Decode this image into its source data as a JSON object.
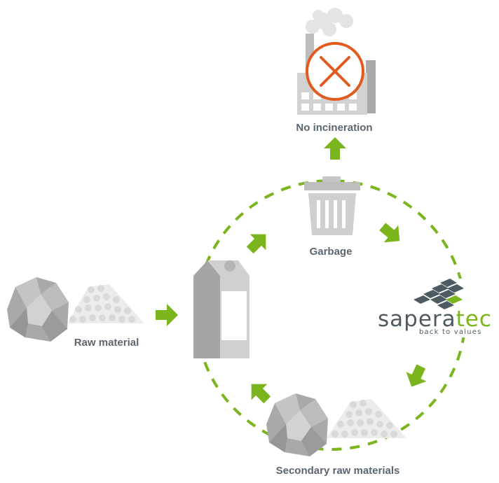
{
  "labels": {
    "incineration": "No incineration",
    "garbage": "Garbage",
    "raw_material": "Raw material",
    "secondary": "Secondary raw materials"
  },
  "logo": {
    "word_main": "sapera",
    "word_accent": "tec",
    "tagline": "back to values"
  },
  "colors": {
    "arrow_green": "#7ab51d",
    "logo_dark": "#4d5a62",
    "cross_red": "#e35a1f",
    "label_gray": "#5b6670",
    "icon_gray": "#c8c8c8"
  },
  "icons": [
    "factory-icon",
    "cross-icon",
    "trash-can-icon",
    "milk-carton-icon",
    "rock-pile-icon",
    "gravel-icon",
    "saperatec-logo"
  ]
}
